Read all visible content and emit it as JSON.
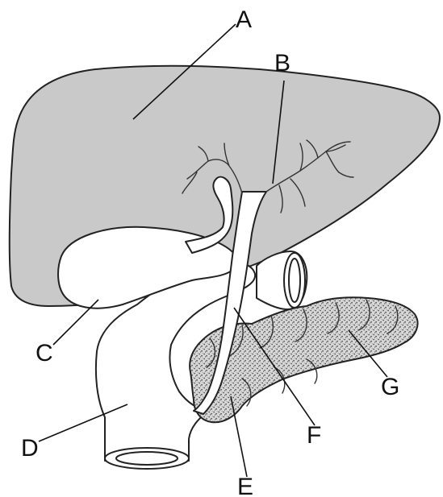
{
  "diagram": {
    "labels": {
      "A": "A",
      "B": "B",
      "C": "C",
      "D": "D",
      "E": "E",
      "F": "F",
      "G": "G"
    },
    "colors": {
      "liver_fill": "#c9c9c9",
      "organ_fill": "#ffffff",
      "pancreas_texture": "#5a5a5a",
      "outline": "#222222"
    }
  }
}
